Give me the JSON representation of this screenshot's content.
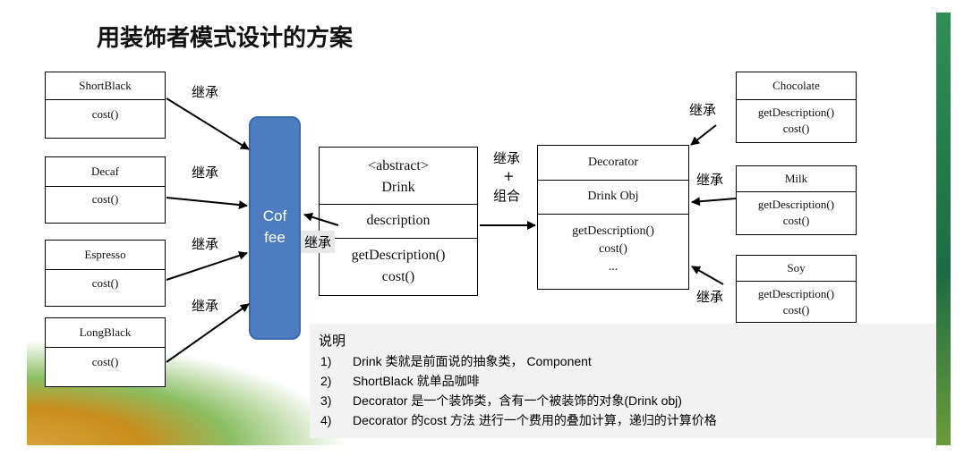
{
  "title": "用装饰者模式设计的方案",
  "coffee": {
    "line1": "Cof",
    "line2": "fee"
  },
  "coffee_classes": [
    {
      "name": "ShortBlack",
      "method": "cost()"
    },
    {
      "name": "Decaf",
      "method": "cost()"
    },
    {
      "name": "Espresso",
      "method": "cost()"
    },
    {
      "name": "LongBlack",
      "method": "cost()"
    }
  ],
  "drink": {
    "stereotype": "<abstract>",
    "name": "Drink",
    "field": "description",
    "methods": [
      "getDescription()",
      "cost()"
    ]
  },
  "decorator": {
    "name": "Decorator",
    "field": "Drink Obj",
    "methods": [
      "getDescription()",
      "cost()",
      "..."
    ]
  },
  "decorator_classes": [
    {
      "name": "Chocolate",
      "methods": [
        "getDescription()",
        "cost()"
      ]
    },
    {
      "name": "Milk",
      "methods": [
        "getDescription()",
        "cost()"
      ]
    },
    {
      "name": "Soy",
      "methods": [
        "getDescription()",
        "cost()"
      ]
    }
  ],
  "labels": {
    "inherit": "继承",
    "inherit_plus": "+",
    "compose": "组合"
  },
  "note": {
    "heading": "说明",
    "items": [
      {
        "num": "1)",
        "text": "Drink 类就是前面说的抽象类， Component"
      },
      {
        "num": "2)",
        "text": "ShortBlack 就单品咖啡"
      },
      {
        "num": "3)",
        "text": "Decorator 是一个装饰类，含有一个被装饰的对象(Drink obj)"
      },
      {
        "num": "4)",
        "text": "Decorator 的cost 方法 进行一个费用的叠加计算，递归的计算价格"
      }
    ]
  }
}
